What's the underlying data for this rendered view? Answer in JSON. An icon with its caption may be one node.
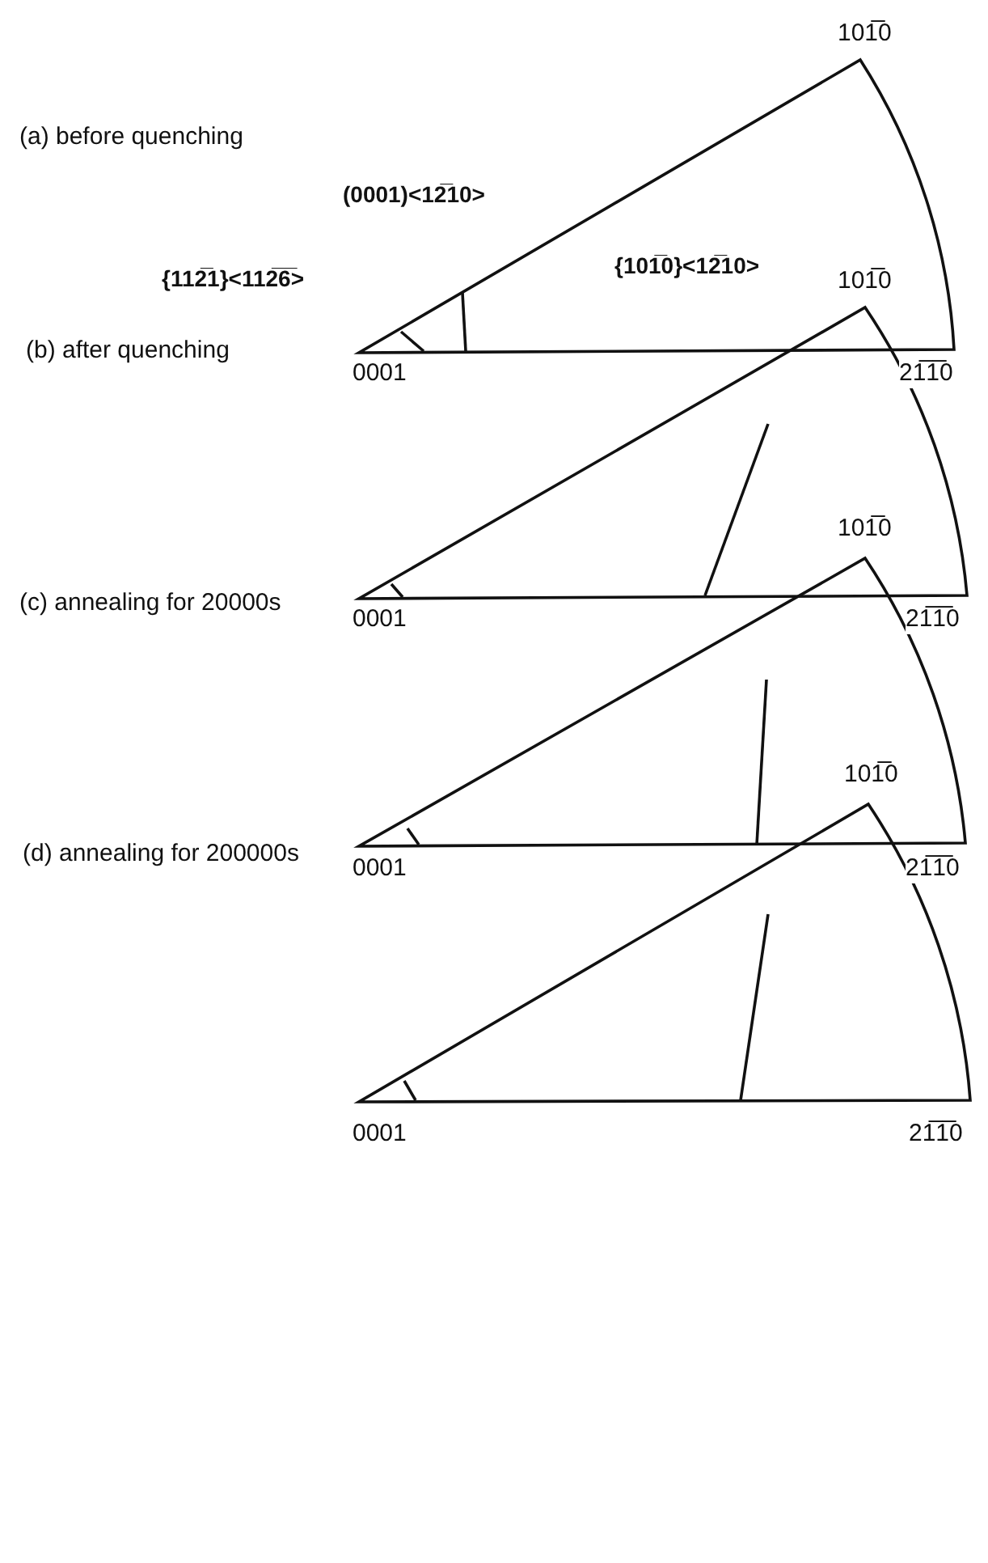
{
  "diagram": {
    "labels": [
      "101̅0",
      "(a) before quenching",
      "(0001)<12̅10>",
      "{101̅0}<12̅10>",
      "{112̅1}<112̅6̅>",
      "0001",
      "21̅1̅0",
      "101̅0",
      "(b) after quenching",
      "0001",
      "21̅1̅0",
      "101̅0",
      "(c) annealing for 20000s",
      "0001",
      "21̅1̅0",
      "101̅0",
      "(d) annealing for 200000s",
      "0001",
      "21̅1̅0"
    ]
  }
}
